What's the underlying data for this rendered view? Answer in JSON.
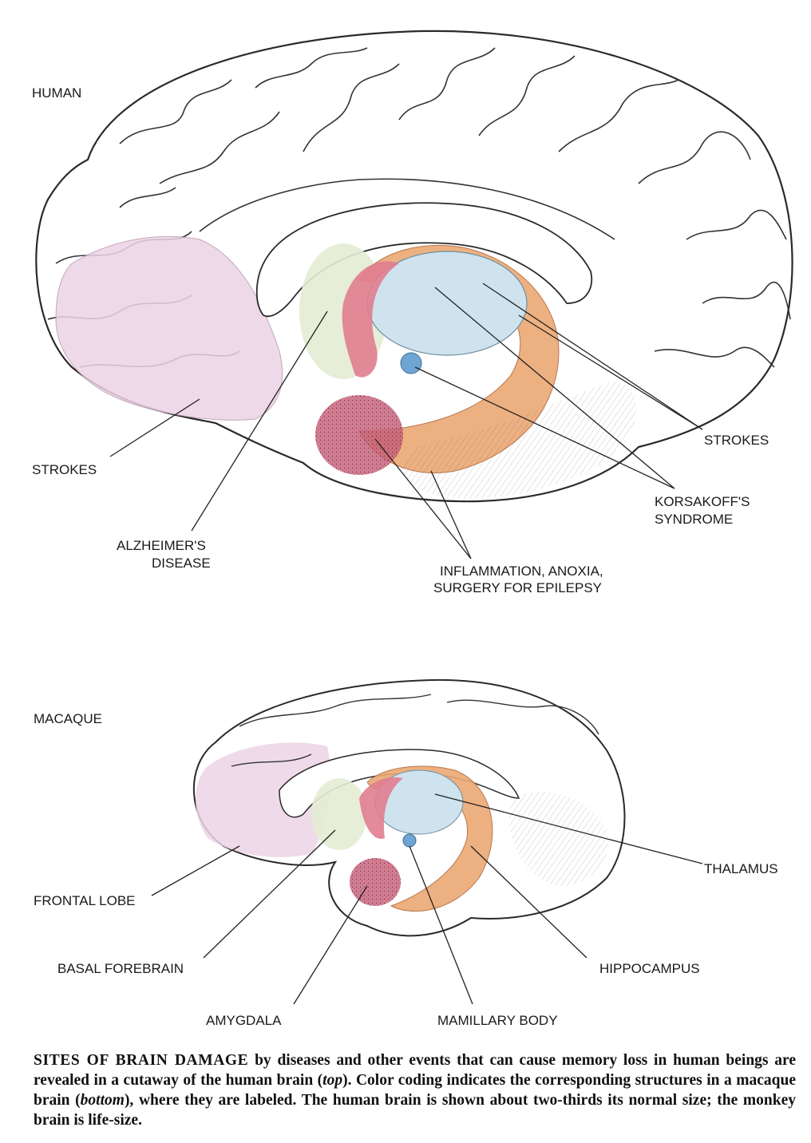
{
  "human": {
    "title": "HUMAN",
    "labels": {
      "strokes_left": "STROKES",
      "alzheimers_1": "ALZHEIMER'S",
      "alzheimers_2": "DISEASE",
      "inflammation_1": "INFLAMMATION, ANOXIA,",
      "inflammation_2": "SURGERY FOR EPILEPSY",
      "korsakoff_1": "KORSAKOFF'S",
      "korsakoff_2": "SYNDROME",
      "strokes_right": "STROKES"
    }
  },
  "macaque": {
    "title": "MACAQUE",
    "labels": {
      "frontal_lobe": "FRONTAL LOBE",
      "basal_forebrain": "BASAL FOREBRAIN",
      "amygdala": "AMYGDALA",
      "mamillary_body": "MAMILLARY BODY",
      "hippocampus": "HIPPOCAMPUS",
      "thalamus": "THALAMUS"
    }
  },
  "caption": {
    "lead": "SITES OF BRAIN DAMAGE",
    "part1": " by diseases and other events that can cause memory loss in human beings are revealed in a cutaway of the human brain (",
    "top": "top",
    "part2": "). Color coding indicates the corresponding structures in a macaque brain (",
    "bottom": "bottom",
    "part3": "), where they are labeled. The human brain is shown about two-thirds its normal size; the monkey brain is life-size."
  },
  "colors": {
    "frontal_lobe": "#ecd3e6",
    "basal_forebrain": "#e3ecd3",
    "thalamus": "#cfe3ee",
    "hippocampus": "#eba874",
    "amygdala": "#c8607a",
    "fornix": "#e07d90",
    "mamillary_body": "#6fa5d3",
    "outline": "#2a2a2a"
  }
}
